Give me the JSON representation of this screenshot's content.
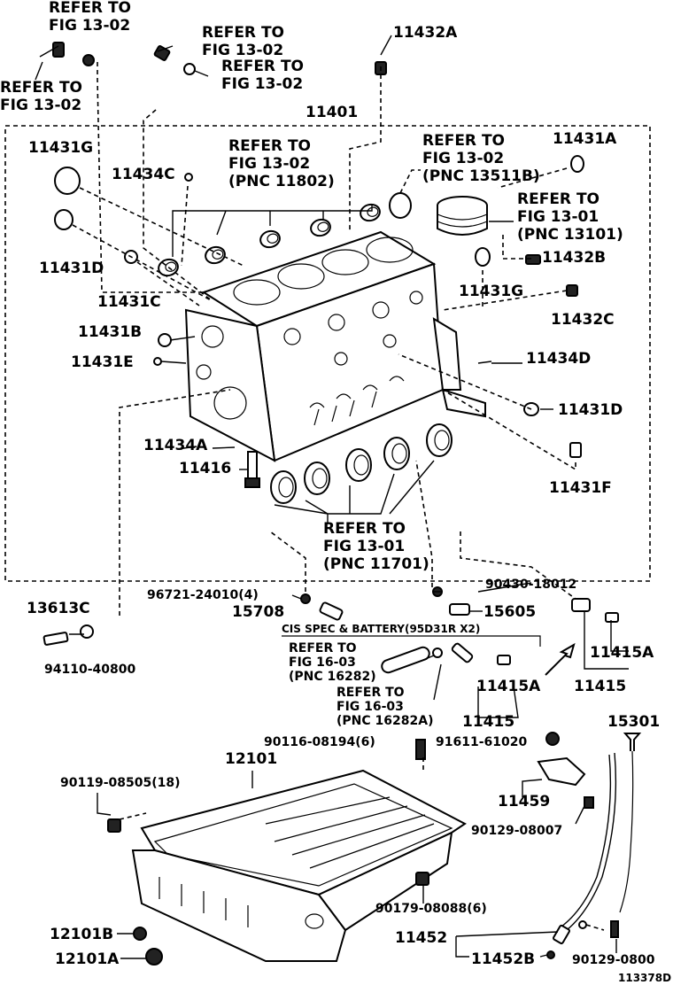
{
  "labels": {
    "refer_fig_13_02": "REFER TO\nFIG 13-02",
    "part_11432A": "11432A",
    "part_11401": "11401",
    "part_11431G": "11431G",
    "part_11434C": "11434C",
    "refer_pnc_11802": "REFER TO\nFIG 13-02\n(PNC 11802)",
    "refer_pnc_13511B": "REFER TO\nFIG 13-02\n(PNC 13511B)",
    "part_11431A": "11431A",
    "refer_pnc_13101": "REFER TO\nFIG 13-01\n(PNC 13101)",
    "part_11432B": "11432B",
    "part_11431D": "11431D",
    "part_11431C": "11431C",
    "part_11432C": "11432C",
    "part_11431B": "11431B",
    "part_11431E": "11431E",
    "part_11434D": "11434D",
    "part_11434A": "11434A",
    "part_11416": "11416",
    "part_11431F": "11431F",
    "refer_pnc_11701": "REFER TO\nFIG 13-01\n(PNC 11701)",
    "part_13613C": "13613C",
    "part_96721_24010": "96721-24010(4)",
    "part_15708": "15708",
    "part_90430_18012": "90430-18012",
    "part_15605": "15605",
    "part_94110_40800": "94110-40800",
    "cis_spec": "CIS SPEC & BATTERY(95D31R X2)",
    "refer_pnc_16282": "REFER TO\nFIG 16-03\n(PNC 16282)",
    "refer_pnc_16282A": "REFER TO\nFIG 16-03\n(PNC 16282A)",
    "part_11415A": "11415A",
    "part_11415": "11415",
    "part_90116_08194": "90116-08194(6)",
    "part_91611_61020": "91611-61020",
    "part_15301": "15301",
    "part_12101": "12101",
    "part_90119_08505": "90119-08505(18)",
    "part_11459": "11459",
    "part_90129_08007": "90129-08007",
    "part_90179_08088": "90179-08088(6)",
    "part_12101B": "12101B",
    "part_11452": "11452",
    "part_11452B": "11452B",
    "part_12101A": "12101A",
    "part_90129_0800_cut": "90129-0800",
    "fig_code": "113378D"
  }
}
